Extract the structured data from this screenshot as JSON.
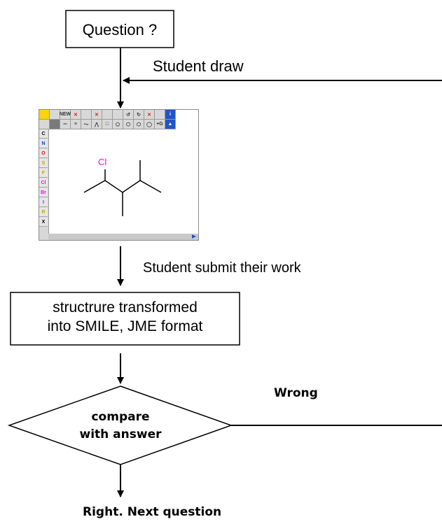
{
  "question_box": {
    "text": "Question ?"
  },
  "student_draw_label": "Student draw",
  "submit_label": "Student submit their work",
  "transform_box": {
    "line1": "structrure transformed",
    "line2": "into SMILE, JME format"
  },
  "decision": {
    "line1": "compare",
    "line2": "with answer"
  },
  "wrong_label": "Wrong",
  "right_label": "Right. Next question",
  "editor": {
    "toolbar_row1": [
      "",
      "",
      "NEW",
      "✕",
      "",
      "✕",
      "",
      "",
      "↺",
      "↻",
      "✕",
      "",
      "i"
    ],
    "toolbar_row2": [
      "",
      "",
      "═",
      "≡",
      "〜",
      "⋀",
      "□",
      "⬠",
      "⬡",
      "⬡",
      "◯",
      "+G",
      "▲"
    ],
    "elements": [
      "C",
      "N",
      "O",
      "S",
      "F",
      "Cl",
      "Br",
      "I",
      "R",
      "X"
    ],
    "element_colors": [
      "#000000",
      "#1f3ccc",
      "#e0161c",
      "#c8a800",
      "#c8a800",
      "#ff00ff",
      "#ff00ff",
      "#cc00cc",
      "#c8a800",
      "#000000"
    ],
    "molecule_label": "Cl",
    "molecule_label_color": "#ff00ff"
  }
}
